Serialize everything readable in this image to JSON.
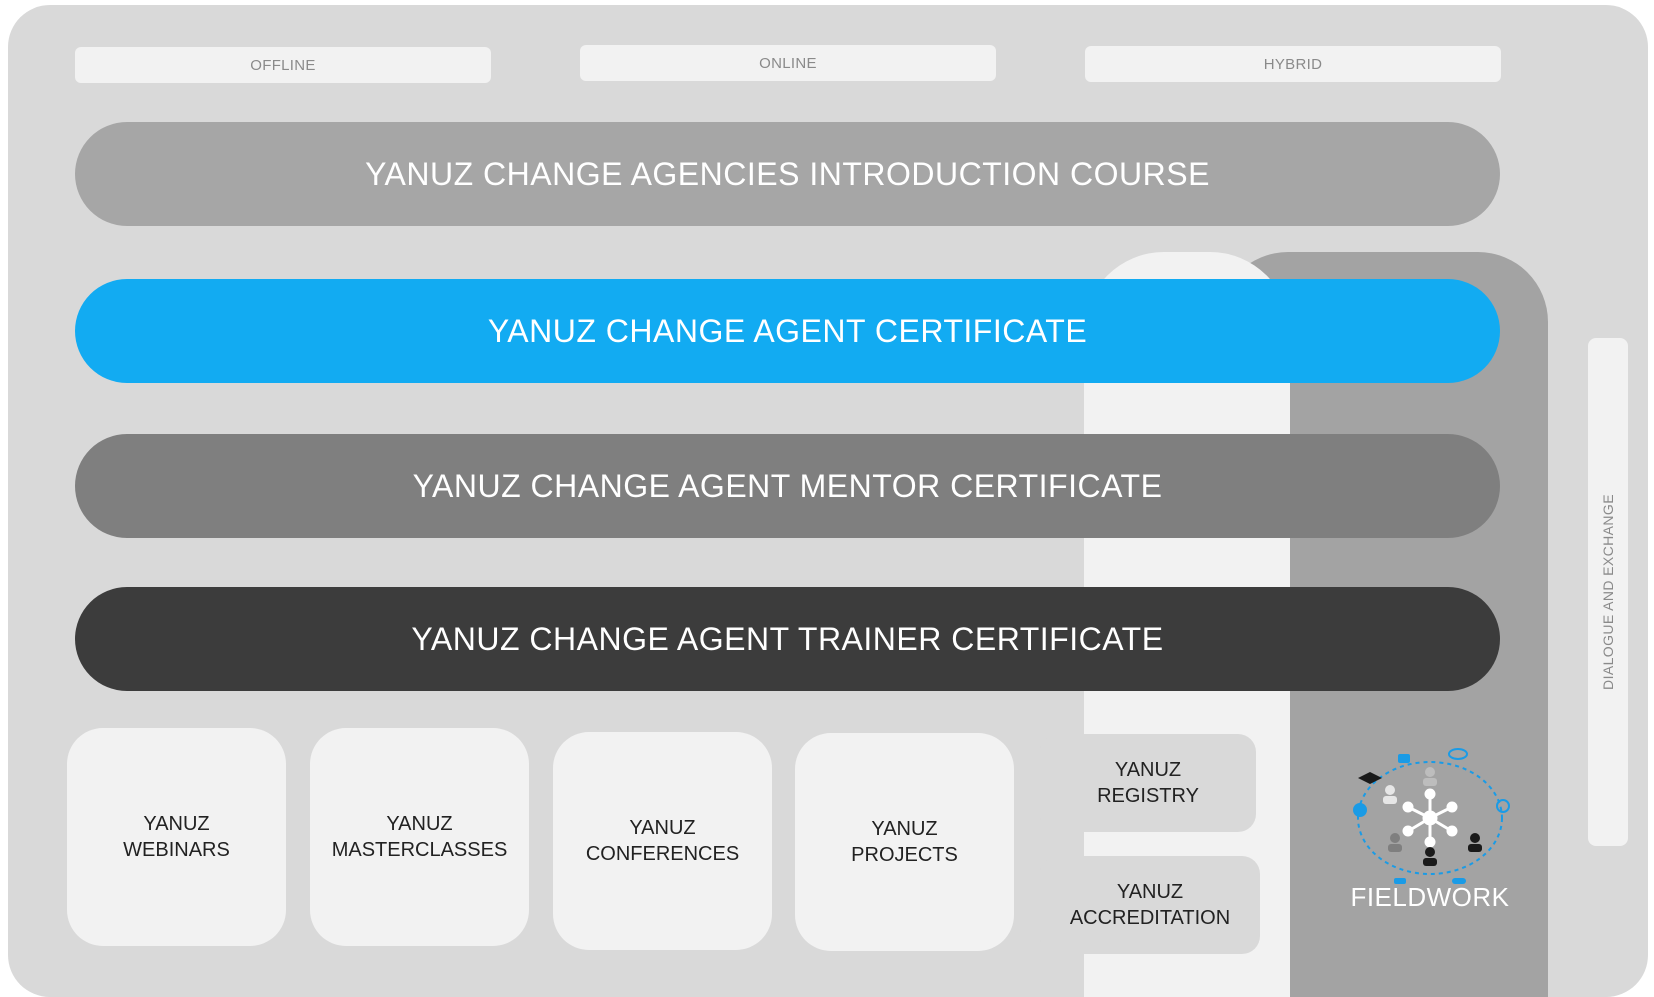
{
  "modes": [
    "OFFLINE",
    "ONLINE",
    "HYBRID"
  ],
  "bars": [
    {
      "label": "YANUZ CHANGE AGENCIES INTRODUCTION COURSE",
      "color": "#a6a6a6"
    },
    {
      "label": "YANUZ CHANGE AGENT CERTIFICATE",
      "color": "#12abf2"
    },
    {
      "label": "YANUZ CHANGE AGENT MENTOR CERTIFICATE",
      "color": "#7f7f7f"
    },
    {
      "label": "YANUZ CHANGE AGENT TRAINER CERTIFICATE",
      "color": "#3c3c3c"
    }
  ],
  "tiles": [
    {
      "line1": "YANUZ",
      "line2": "WEBINARS"
    },
    {
      "line1": "YANUZ",
      "line2": "MASTERCLASSES"
    },
    {
      "line1": "YANUZ",
      "line2": "CONFERENCES"
    },
    {
      "line1": "YANUZ",
      "line2": "PROJECTS"
    }
  ],
  "side_tiles": [
    {
      "line1": "YANUZ",
      "line2": "REGISTRY"
    },
    {
      "line1": "YANUZ",
      "line2": "ACCREDITATION"
    }
  ],
  "fieldwork": {
    "label": "FIELDWORK",
    "icon": "network-people-icon"
  },
  "vertical_label": "DIALOGUE AND EXCHANGE",
  "colors": {
    "accent": "#12abf2",
    "panel": "#d9d9d9",
    "light": "#f2f2f2"
  }
}
